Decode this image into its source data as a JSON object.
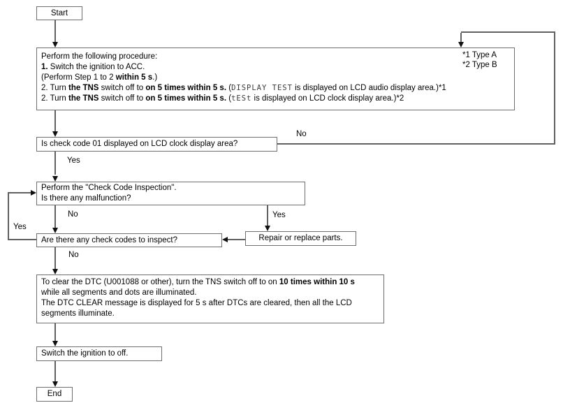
{
  "colors": {
    "background": "#ffffff",
    "box_border": "#6e6e6e",
    "connector_line": "#606060",
    "arrowhead": "#111111",
    "text": "#000000",
    "lcd_text": "#3a3a3a"
  },
  "flowchart": {
    "start": {
      "label": "Start"
    },
    "procedure": {
      "lines": [
        [
          {
            "t": "Perform the following procedure:"
          }
        ],
        [
          {
            "t": "1.",
            "b": true
          },
          {
            "t": " Switch the ignition to ACC."
          }
        ],
        [
          {
            "t": "(Perform Step 1 to 2 "
          },
          {
            "t": "within 5 s",
            "b": true
          },
          {
            "t": ".)"
          }
        ],
        [
          {
            "t": "2. Turn "
          },
          {
            "t": "the TNS",
            "b": true
          },
          {
            "t": " switch off to "
          },
          {
            "t": "on 5 times within 5 s.",
            "b": true
          },
          {
            "t": " ("
          },
          {
            "t": "DISPLAY TEST",
            "lcd": true
          },
          {
            "t": " is displayed on LCD audio display area.)*1"
          }
        ],
        [
          {
            "t": "2. Turn "
          },
          {
            "t": "the TNS",
            "b": true
          },
          {
            "t": " switch off to "
          },
          {
            "t": "on 5 times within 5 s.",
            "b": true
          },
          {
            "t": " ("
          },
          {
            "t": "tESt",
            "lcd": true
          },
          {
            "t": " is displayed on LCD clock display area.)*2"
          }
        ]
      ],
      "notes": [
        "*1 Type A",
        "*2 Type B"
      ]
    },
    "check_code_01": {
      "label": "Is check code 01 displayed on LCD clock display area?"
    },
    "inspection": {
      "lines": [
        [
          {
            "t": "Perform the \"Check Code Inspection\"."
          }
        ],
        [
          {
            "t": "Is there any malfunction?"
          }
        ]
      ]
    },
    "codes_to_inspect": {
      "label": "Are there any check codes to inspect?"
    },
    "repair": {
      "label": "Repair or replace parts."
    },
    "clear_dtc": {
      "lines": [
        [
          {
            "t": "To clear the DTC (U001088 or other), turn the TNS switch off to on "
          },
          {
            "t": "10 times within 10 s",
            "b": true
          }
        ],
        [
          {
            "t": "while all segments and dots are illuminated."
          }
        ],
        [
          {
            "t": "The DTC CLEAR message is displayed for 5 s after DTCs are cleared, then all the LCD"
          }
        ],
        [
          {
            "t": "segments illuminate."
          }
        ]
      ]
    },
    "ignition_off": {
      "label": "Switch the ignition to off."
    },
    "end": {
      "label": "End"
    },
    "edge_labels": {
      "yes_check_code": "Yes",
      "no_check_code": "No",
      "no_malfunction": "No",
      "yes_malfunction": "Yes",
      "yes_codes": "Yes",
      "no_codes": "No"
    }
  }
}
